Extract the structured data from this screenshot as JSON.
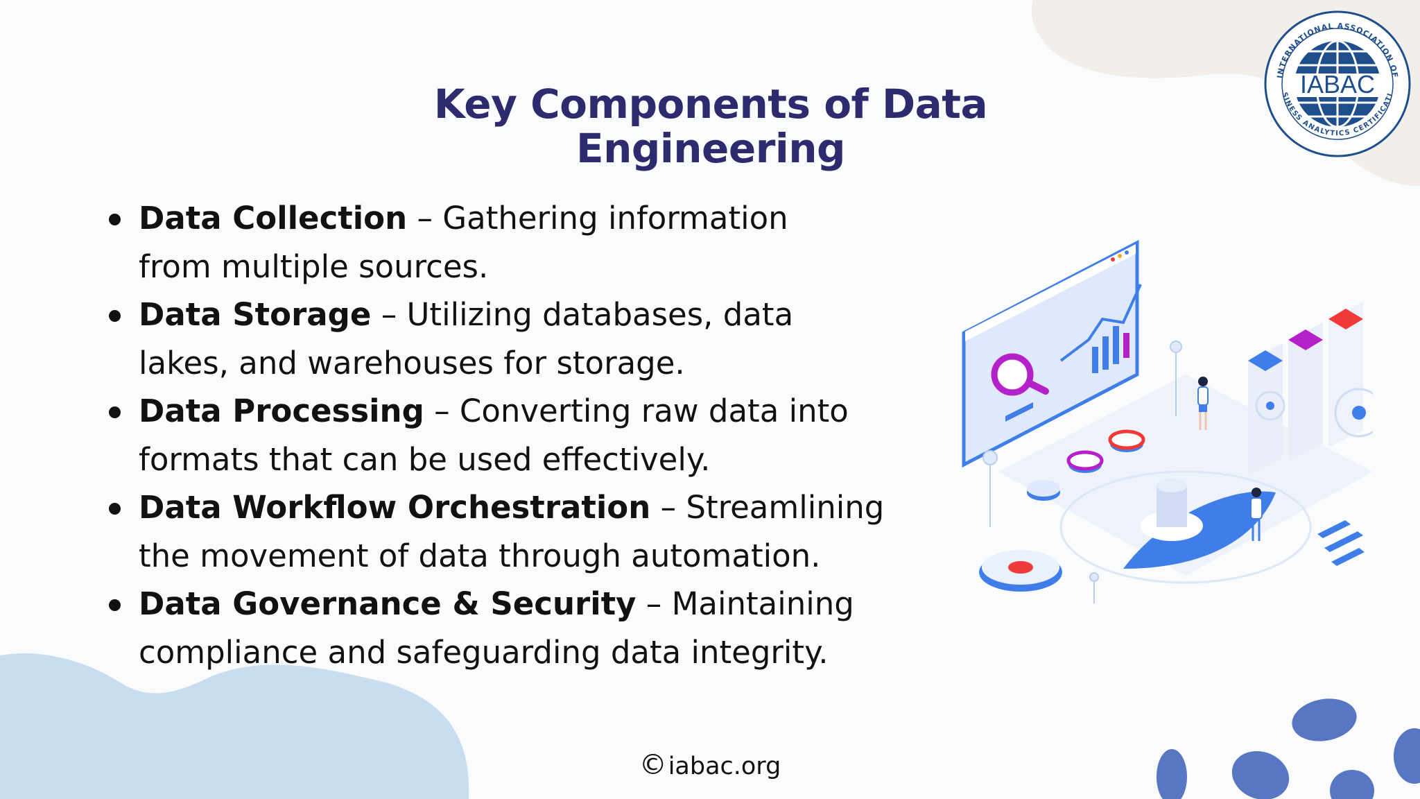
{
  "slide": {
    "title_line1": "Key Components of Data",
    "title_line2": "Engineering",
    "items": [
      {
        "term": "Data Collection",
        "separator": " – ",
        "desc_line1": "Gathering information",
        "desc_line2": "from multiple sources."
      },
      {
        "term": "Data Storage",
        "separator": " – ",
        "desc_line1": "Utilizing databases, data",
        "desc_line2": "lakes, and warehouses for storage."
      },
      {
        "term": "Data Processing",
        "separator": " – ",
        "desc_line1": "Converting raw data into",
        "desc_line2": "formats that can be used effectively."
      },
      {
        "term": "Data Workflow Orchestration",
        "separator": " – ",
        "desc_line1": "Streamlining",
        "desc_line2": "the movement of data through automation."
      },
      {
        "term": "Data Governance & Security",
        "separator": " – ",
        "desc_line1": "Maintaining",
        "desc_line2": "compliance and safeguarding data integrity."
      }
    ],
    "footer": {
      "symbol": "©",
      "text": "iabac.org"
    }
  },
  "logo": {
    "acronym": "IABAC",
    "ring_top": "INTERNATIONAL ASSOCIATION OF",
    "ring_bottom": "BUSINESS ANALYTICS CERTIFICATION"
  },
  "icons": {
    "logo": "iabac-globe-logo",
    "illustration": "data-dashboard-isometric-illustration"
  },
  "colors": {
    "title": "#2d2a6e",
    "text": "#111111",
    "blob_light": "#c9dcf0",
    "blob_beige": "#f2efeb",
    "dots": "#5877c2",
    "logo_blue": "#1f4e8c",
    "accent_purple": "#b521c9",
    "accent_red": "#f03a3a",
    "accent_blue": "#3f7ee8"
  }
}
